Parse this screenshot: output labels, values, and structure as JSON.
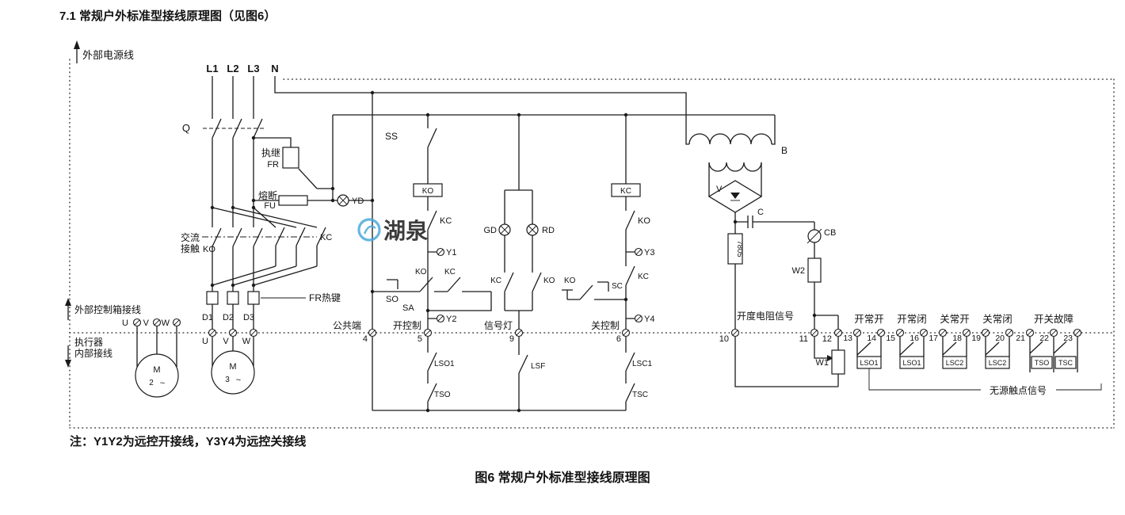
{
  "page": {
    "title": "7.1 常规户外标准型接线原理图（见图6）",
    "note": "注：Y1Y2为远控开接线，Y3Y4为远控关接线",
    "caption": "图6 常规户外标准型接线原理图",
    "watermark": "湖泉",
    "watermark_color": "#45a7da"
  },
  "zones": {
    "external_power": "外部电源线",
    "external_box": "外部控制箱接线",
    "actuator_1": "执行器",
    "actuator_2": "内部接线"
  },
  "mains": {
    "l1": "L1",
    "l2": "L2",
    "l3": "L3",
    "n": "N",
    "breaker": "Q",
    "fr_cn": "执继",
    "fr": "FR",
    "fu_cn": "熔断",
    "fu": "FU",
    "contactor_cn1": "交流",
    "contactor_cn2": "接触",
    "ko": "KO",
    "kc": "KC",
    "thermal": "FR热键",
    "d1": "D1",
    "d2": "D2",
    "d3": "D3",
    "u": "U",
    "v": "V",
    "w": "W",
    "motor": "M",
    "motor2_no": "2",
    "motor3_no": "3",
    "ac": "~"
  },
  "control": {
    "ss": "SS",
    "yd": "YD",
    "gd": "GD",
    "rd": "RD",
    "ko": "KO",
    "kc": "KC",
    "so": "SO",
    "sa": "SA",
    "sc": "SC",
    "y1": "Y1",
    "y2": "Y2",
    "y3": "Y3",
    "y4": "Y4",
    "lso1": "LSO1",
    "tso": "TSO",
    "lsf": "LSF",
    "lsc1": "LSC1",
    "tsc": "TSC",
    "t4_cn": "公共端",
    "t4": "4",
    "t5_cn": "开控制",
    "t5": "5",
    "t9_cn": "信号灯",
    "t9": "9",
    "t6_cn": "关控制",
    "t6": "6"
  },
  "supply": {
    "b": "B",
    "v": "V",
    "c": "C",
    "cb": "CB",
    "regulator": "7805",
    "w1": "W1",
    "w2": "W2",
    "signal_cn": "开度电阻信号",
    "t10": "10",
    "t11": "11",
    "t12": "12"
  },
  "feedback": {
    "headers": [
      "开常开",
      "开常闭",
      "关常开",
      "关常闭",
      "开关故障"
    ],
    "terminals": [
      "13",
      "14",
      "15",
      "16",
      "17",
      "18",
      "19",
      "20",
      "21",
      "22",
      "23"
    ],
    "boxes": [
      "LSO1",
      "LSO1",
      "LSC2",
      "LSC2",
      "TSO",
      "TSC"
    ],
    "passive_cn": "无源触点信号"
  }
}
